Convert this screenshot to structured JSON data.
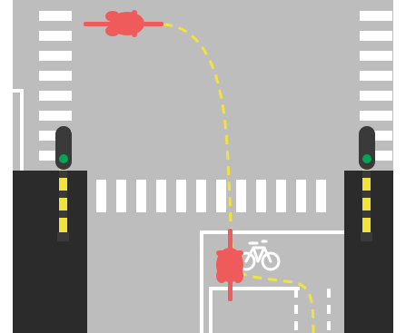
{
  "scene": {
    "colors": {
      "background": "#ffffff",
      "road": "#bdbdbd",
      "sidewalk": "#2b2b2b",
      "road_marking": "#ffffff",
      "signal_housing": "#3a3a3a",
      "signal_light_green": "#00a651",
      "signal_pole_yellow": "#f2e33b",
      "route_path": "#f2e33b",
      "cyclist": "#ef5a5a"
    },
    "icons": {
      "signals": [
        "traffic-signal-left-icon",
        "traffic-signal-right-icon"
      ],
      "cyclists": [
        "cyclist-start-icon",
        "cyclist-turning-icon"
      ],
      "bike_marking": "bicycle-marking-icon"
    },
    "signals": [
      {
        "id": "left",
        "state": "green"
      },
      {
        "id": "right",
        "state": "green"
      }
    ]
  }
}
